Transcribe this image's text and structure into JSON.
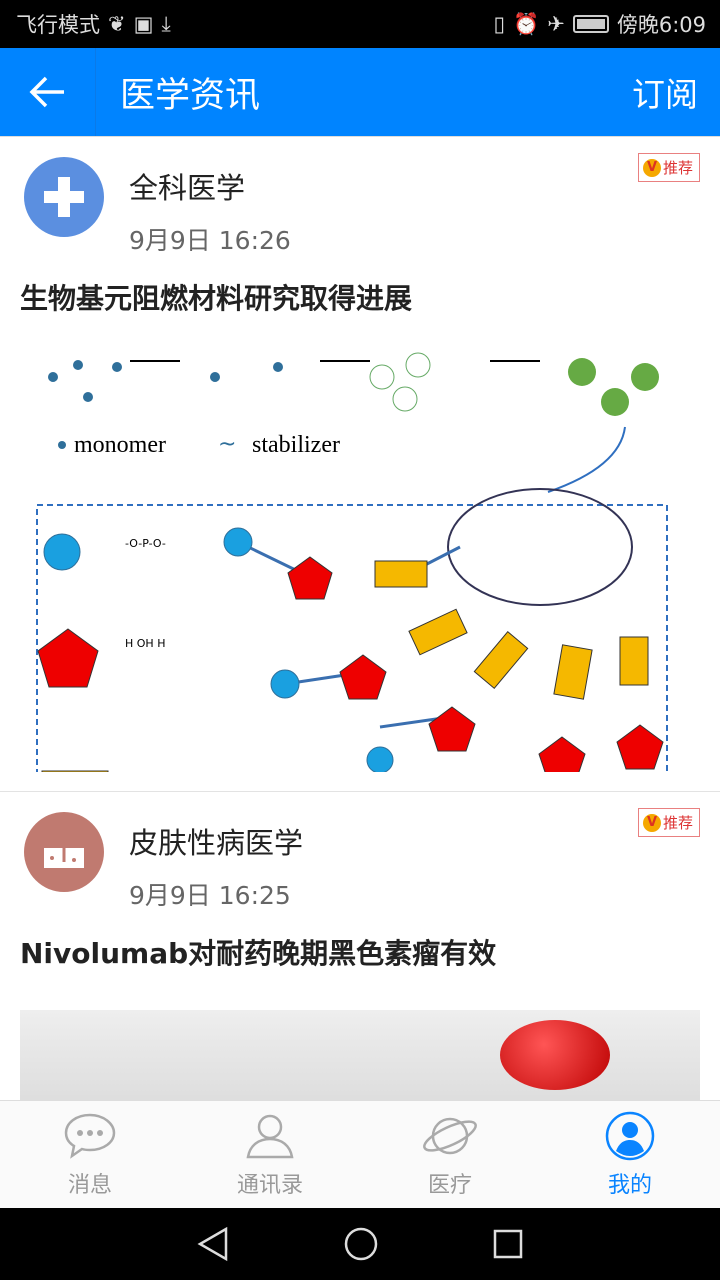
{
  "status_bar": {
    "left_text": "飞行模式",
    "time": "傍晚6:09"
  },
  "app_bar": {
    "title": "医学资讯",
    "subscribe": "订阅"
  },
  "articles": [
    {
      "source": "全科医学",
      "time": "9月9日 16:26",
      "badge": "推荐",
      "title": "生物基元阻燃材料研究取得进展",
      "figure_labels": {
        "monomer": "monomer",
        "stabilizer": "stabilizer"
      },
      "avatar_color": "#5b8fe0"
    },
    {
      "source": "皮肤性病医学",
      "time": "9月9日 16:25",
      "badge": "推荐",
      "title": "Nivolumab对耐药晚期黑色素瘤有效",
      "avatar_color": "#c07a70"
    }
  ],
  "tabs": [
    {
      "label": "消息"
    },
    {
      "label": "通讯录"
    },
    {
      "label": "医疗"
    },
    {
      "label": "我的",
      "active": true
    }
  ],
  "colors": {
    "primary": "#0084ff",
    "badge": "#d33"
  }
}
